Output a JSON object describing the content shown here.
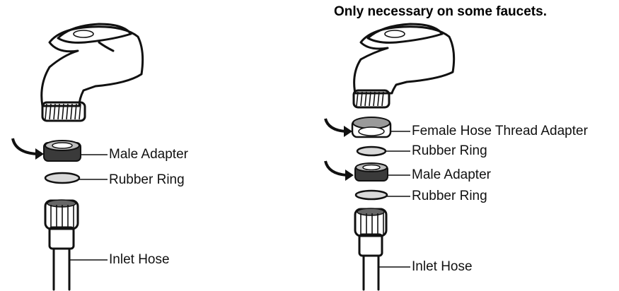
{
  "note": "Only necessary on some faucets.",
  "left_assembly": {
    "labels": [
      "Male Adapter",
      "Rubber Ring",
      "Inlet Hose"
    ]
  },
  "right_assembly": {
    "labels": [
      "Female Hose Thread Adapter",
      "Rubber Ring",
      "Male Adapter",
      "Rubber Ring",
      "Inlet Hose"
    ]
  },
  "colors": {
    "ink": "#111111",
    "paper": "#ffffff",
    "ring_fill": "#d9d9d9",
    "adapter_dark": "#3a3a3a"
  }
}
